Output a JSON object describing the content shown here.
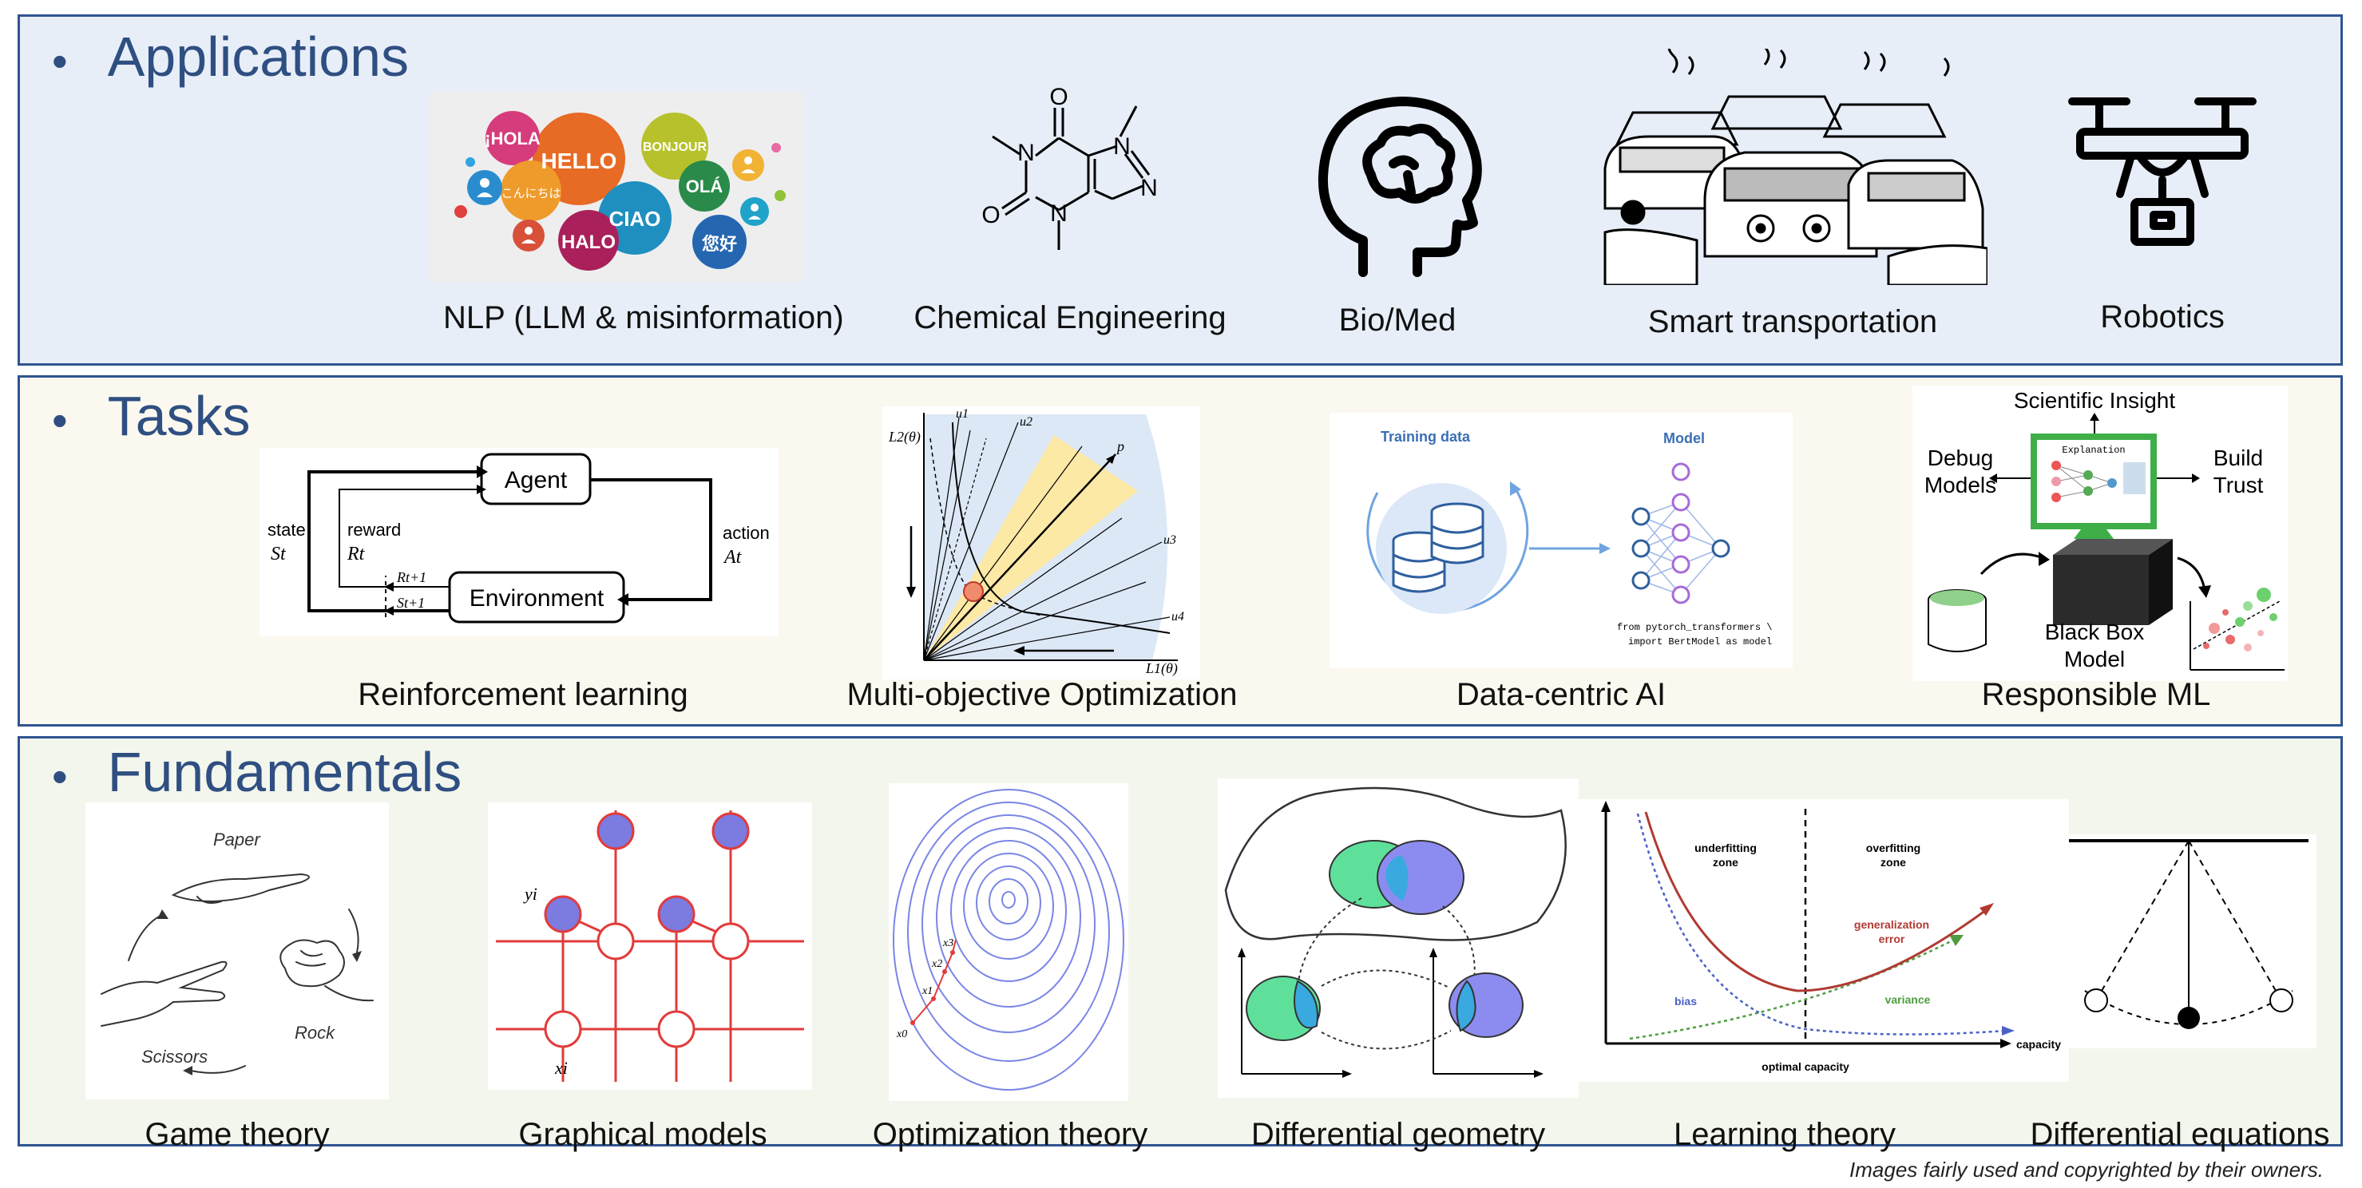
{
  "sections": {
    "applications": {
      "title": "Applications",
      "items": [
        {
          "caption": "NLP (LLM & misinformation)"
        },
        {
          "caption": "Chemical Engineering"
        },
        {
          "caption": "Bio/Med"
        },
        {
          "caption": "Smart transportation"
        },
        {
          "caption": "Robotics"
        }
      ]
    },
    "tasks": {
      "title": "Tasks",
      "items": [
        {
          "caption": "Reinforcement learning"
        },
        {
          "caption": "Multi-objective Optimization"
        },
        {
          "caption": "Data-centric AI"
        },
        {
          "caption": "Responsible ML"
        }
      ]
    },
    "fundamentals": {
      "title": "Fundamentals",
      "items": [
        {
          "caption": "Game theory"
        },
        {
          "caption": "Graphical models"
        },
        {
          "caption": "Optimization theory"
        },
        {
          "caption": "Differential geometry"
        },
        {
          "caption": "Learning theory"
        },
        {
          "caption": "Differential equations"
        }
      ]
    }
  },
  "figures": {
    "nlp": {
      "words": [
        "¡HOLA",
        "HELLO",
        "BONJOUR",
        "OLÁ",
        "こんにちは",
        "CIAO",
        "HALO",
        "您好"
      ]
    },
    "chem": {
      "atoms": [
        "O",
        "N",
        "N",
        "O",
        "N",
        "N"
      ]
    },
    "rl": {
      "agent": "Agent",
      "environment": "Environment",
      "state": "state",
      "state_sym": "St",
      "reward": "reward",
      "reward_sym": "Rt",
      "action": "action",
      "action_sym": "At",
      "r_next": "Rt+1",
      "s_next": "St+1"
    },
    "moo": {
      "y_axis": "L2(θ)",
      "x_axis": "L1(θ)",
      "u1": "u1",
      "u2": "u2",
      "u3": "u3",
      "u4": "u4",
      "p": "p"
    },
    "dcai": {
      "training_data": "Training data",
      "model": "Model",
      "code_line1": "from pytorch_transformers \\",
      "code_line2": "import BertModel as model"
    },
    "rml": {
      "scientific_insight": "Scientific Insight",
      "debug": "Debug",
      "models": "Models",
      "build": "Build",
      "trust": "Trust",
      "explanation": "Explanation",
      "black_box": "Black Box",
      "model": "Model"
    },
    "game": {
      "paper": "Paper",
      "scissors": "Scissors",
      "rock": "Rock"
    },
    "graph": {
      "y_label": "yi",
      "x_label": "xi"
    },
    "opt": {
      "x0": "x0",
      "x1": "x1",
      "x2": "x2",
      "x3": "x3"
    },
    "learning": {
      "underfitting": "underfitting",
      "overfitting": "overfitting",
      "zone": "zone",
      "generalization": "generalization",
      "error": "error",
      "bias": "bias",
      "variance": "variance",
      "optimal_capacity": "optimal capacity",
      "capacity": "capacity"
    }
  },
  "footer": {
    "credit": "Images fairly used and copyrighted by their owners."
  },
  "colors": {
    "panel_border": "#2f5490",
    "title": "#2f4f82",
    "app_bg": "#e8eef8",
    "task_bg": "#fbf9ef",
    "fund_bg": "#f3f6ec"
  }
}
